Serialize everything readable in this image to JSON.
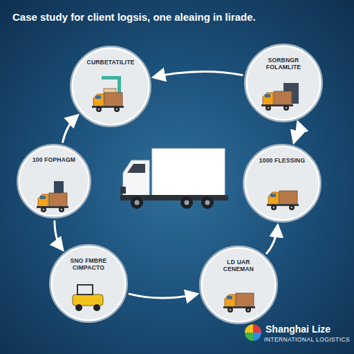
{
  "diagram": {
    "title": "Case study for client logsis, one aleaing in lirade.",
    "nodes": [
      {
        "text": [
          "CURBETATILITE"
        ]
      },
      {
        "text": [
          "SORBNGR FOLAMLITE"
        ]
      },
      {
        "text": [
          "100 FOPHAGM"
        ]
      },
      {
        "text": [
          "1000 FLESSING"
        ]
      },
      {
        "text": [
          "SNO FMBRE CIMPACTO"
        ]
      },
      {
        "text": [
          "LD UAR CENEMAN"
        ]
      }
    ],
    "edges": [
      {
        "from": 1,
        "to": 0,
        "arrow": "to"
      },
      {
        "from": 1,
        "to": 3,
        "arrow": "both"
      },
      {
        "from": 5,
        "to": 3,
        "arrow": "to"
      },
      {
        "from": 4,
        "to": 5,
        "arrow": "to"
      },
      {
        "from": 2,
        "to": 4,
        "arrow": "to"
      },
      {
        "from": 2,
        "to": 0,
        "arrow": "to"
      }
    ],
    "labels": [
      "Shanghai Lize",
      "INTERNATIONAL LOGISTICS"
    ]
  }
}
